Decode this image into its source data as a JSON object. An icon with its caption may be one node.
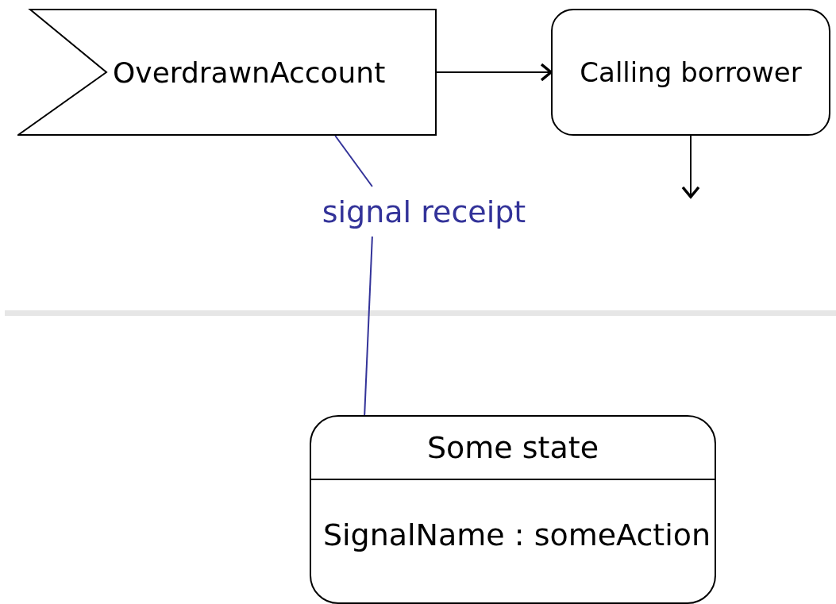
{
  "diagram": {
    "nodes": [
      {
        "text": [
          "OverdrawnAccount"
        ]
      },
      {
        "text": [
          "Calling borrower"
        ]
      },
      {
        "text": [
          "signal receipt"
        ]
      },
      {
        "text": [
          "Some state"
        ]
      },
      {
        "text": [
          "SignalName : someAction"
        ],
        "in": 3
      }
    ],
    "edges": [
      {
        "from": 0,
        "to": 1,
        "arrow": "to"
      },
      {
        "from": 1,
        "to": null,
        "arrow": "to"
      },
      {
        "from": 2,
        "to": 0,
        "arrow": "none",
        "color": "#333399"
      },
      {
        "from": 2,
        "to": 4,
        "arrow": "none",
        "color": "#333399"
      }
    ]
  }
}
